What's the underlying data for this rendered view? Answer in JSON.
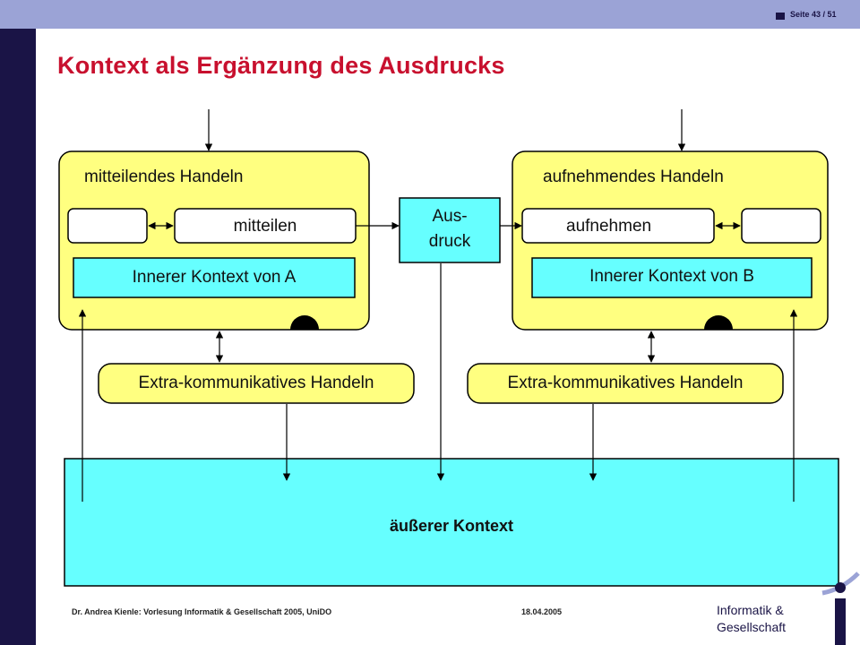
{
  "header": {
    "page_indicator": "Seite 43 / 51"
  },
  "title": "Kontext als Ergänzung des Ausdrucks",
  "diagram": {
    "left_box": {
      "title": "mitteilendes Handeln",
      "action": "mitteilen",
      "context": "Innerer Kontext von A"
    },
    "right_box": {
      "title": "aufnehmendes Handeln",
      "action": "aufnehmen",
      "context": "Innerer Kontext von B"
    },
    "expression": {
      "line1": "Aus-",
      "line2": "druck"
    },
    "extra_left": "Extra-kommunikatives Handeln",
    "extra_right": "Extra-kommunikatives Handeln",
    "outer_context": "äußerer Kontext"
  },
  "footer": {
    "author": "Dr. Andrea Kienle: Vorlesung Informatik & Gesellschaft 2005, UniDO",
    "date": "18.04.2005",
    "org_line1": "Informatik &",
    "org_line2": "Gesellschaft"
  },
  "colors": {
    "accent": "#c8102e",
    "box_yellow": "#ffff80",
    "box_cyan": "#66ffff",
    "navy": "#1a1446",
    "topbar": "#9ba3d6"
  }
}
